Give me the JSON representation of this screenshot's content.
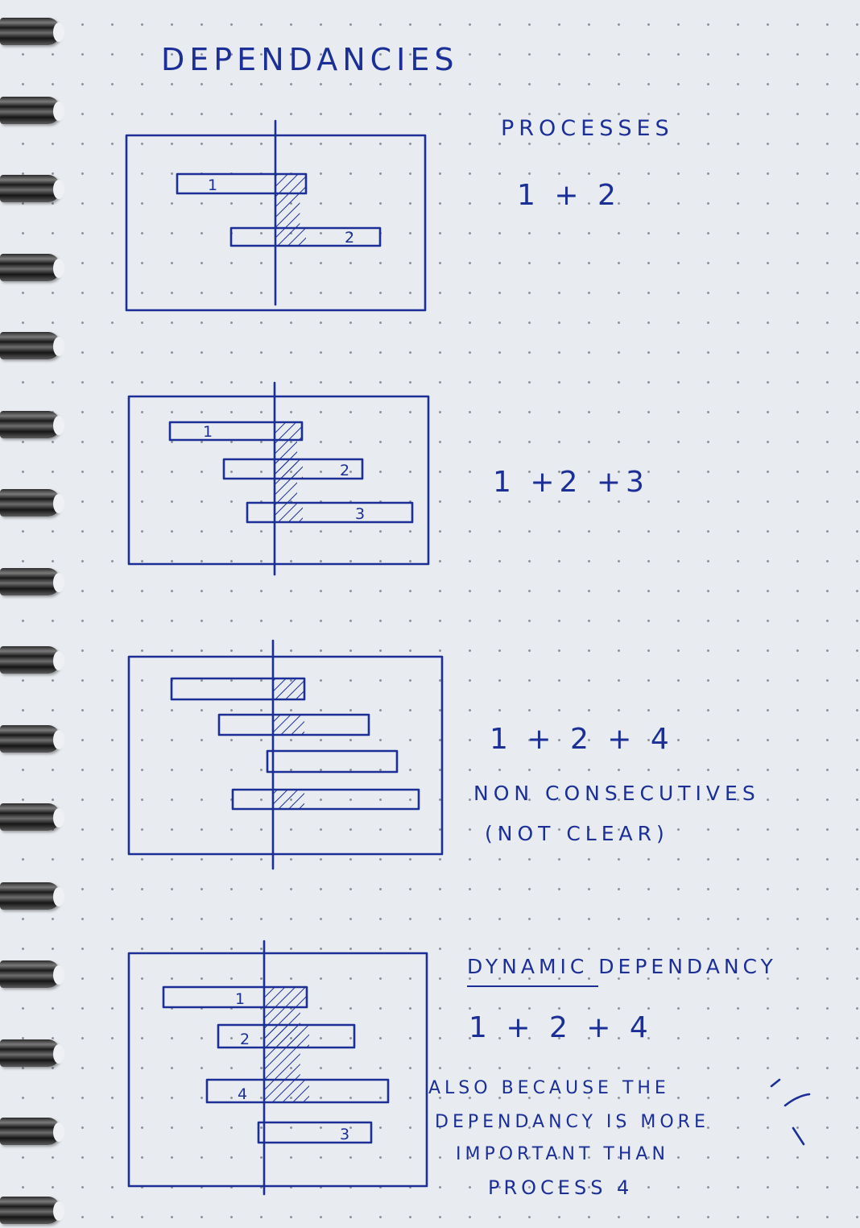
{
  "title": "DEPENDANCIES",
  "processes_heading": "PROCESSES",
  "sketches": [
    {
      "expression": "1 + 2",
      "bars": [
        {
          "label": "1",
          "hatched": true
        },
        {
          "label": "2",
          "hatched": true
        }
      ]
    },
    {
      "expression": "1 +2 +3",
      "bars": [
        {
          "label": "1",
          "hatched": true
        },
        {
          "label": "2",
          "hatched": true
        },
        {
          "label": "3",
          "hatched": true
        }
      ]
    },
    {
      "expression": "1 + 2 + 4",
      "note_line1": "NON CONSECUTIVES",
      "note_line2": "(NOT CLEAR)",
      "bars": [
        {
          "label": "",
          "hatched": true
        },
        {
          "label": "",
          "hatched": true
        },
        {
          "label": "",
          "hatched": false
        },
        {
          "label": "",
          "hatched": true
        }
      ]
    },
    {
      "heading": "DYNAMIC DEPENDANCY",
      "expression": "1 + 2 + 4",
      "note_lines": [
        "ALSO BECAUSE THE",
        "DEPENDANCY IS MORE",
        "IMPORTANT THAN",
        "PROCESS 4"
      ],
      "bars": [
        {
          "label": "1",
          "hatched": true
        },
        {
          "label": "2",
          "hatched": true
        },
        {
          "label": "4",
          "hatched": true
        },
        {
          "label": "3",
          "hatched": false
        }
      ]
    }
  ],
  "colors": {
    "ink": "#1b2f96",
    "paper": "#e8ebf0",
    "dots": "#8f939c"
  }
}
